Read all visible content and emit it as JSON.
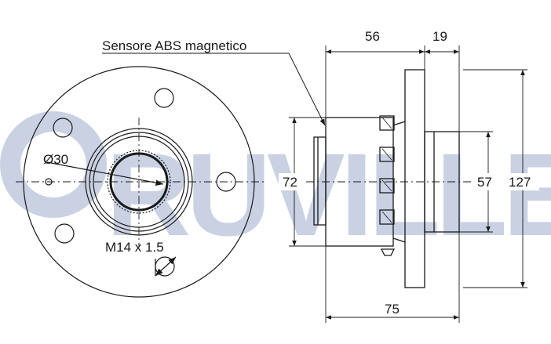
{
  "watermark": {
    "text": "RUVILLE",
    "color": "#c9d1e3"
  },
  "drawing": {
    "sensor_label": "Sensore ABS magnetico",
    "bore_diameter": "Ø30",
    "thread_spec": "M14 x 1.5",
    "dimensions": {
      "d56": "56",
      "d19": "19",
      "d72": "72",
      "d57": "57",
      "d127": "127",
      "d75": "75"
    },
    "line_color": "#1a1a1a"
  }
}
